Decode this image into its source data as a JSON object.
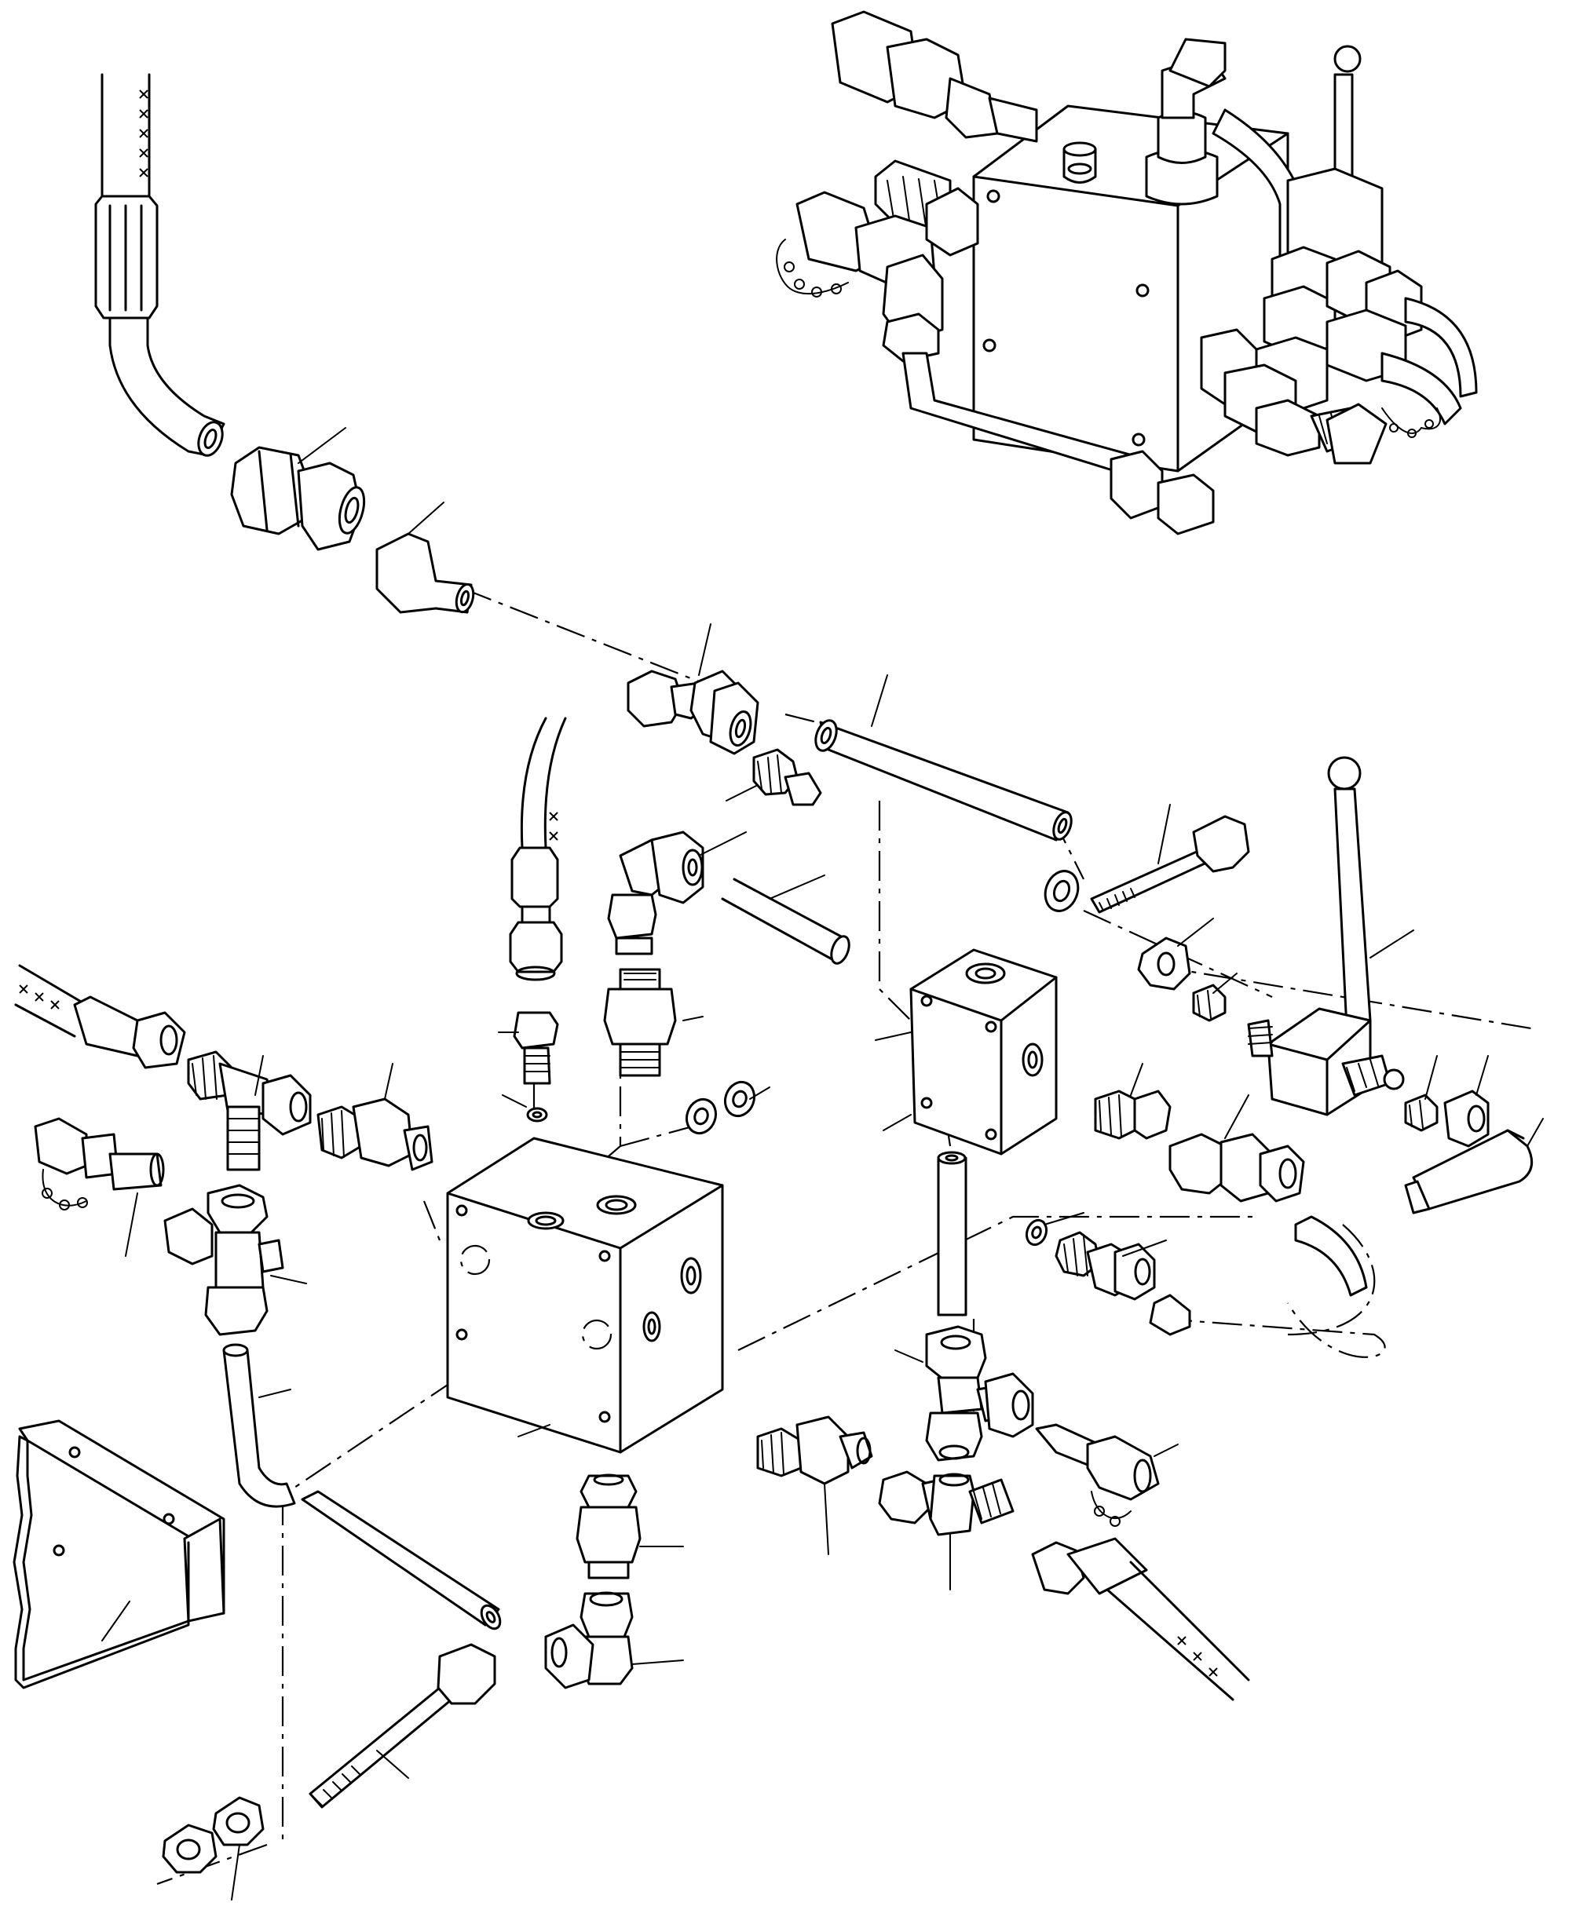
{
  "diagram": {
    "kind": "exploded parts drawing",
    "colors": {
      "line": "#000000",
      "background": "#ffffff"
    },
    "parts": [
      {
        "id": "valve-assembly-inset"
      },
      {
        "id": "upper-hose"
      },
      {
        "id": "upper-connector-nut"
      },
      {
        "id": "upper-sleeve"
      },
      {
        "id": "union-coupling"
      },
      {
        "id": "connecting-tube-upper"
      },
      {
        "id": "elbow-union"
      },
      {
        "id": "bolt-upper"
      },
      {
        "id": "washer-upper"
      },
      {
        "id": "small-valve-block"
      },
      {
        "id": "lever-handle"
      },
      {
        "id": "lever-body"
      },
      {
        "id": "main-valve-block"
      },
      {
        "id": "vertical-hose"
      },
      {
        "id": "relief-valve"
      },
      {
        "id": "seal-rings"
      },
      {
        "id": "left-hose"
      },
      {
        "id": "tee-fitting-left"
      },
      {
        "id": "straight-connector-left"
      },
      {
        "id": "cross-fitting"
      },
      {
        "id": "bent-tube"
      },
      {
        "id": "mounting-bracket"
      },
      {
        "id": "lower-tube"
      },
      {
        "id": "check-valve-lower"
      },
      {
        "id": "elbow-lower"
      },
      {
        "id": "bolt-lower"
      },
      {
        "id": "nuts-lower"
      },
      {
        "id": "tee-fitting-right"
      },
      {
        "id": "lower-right-hose"
      },
      {
        "id": "curved-tube-right"
      },
      {
        "id": "connector-right"
      },
      {
        "id": "vertical-tube"
      }
    ]
  }
}
